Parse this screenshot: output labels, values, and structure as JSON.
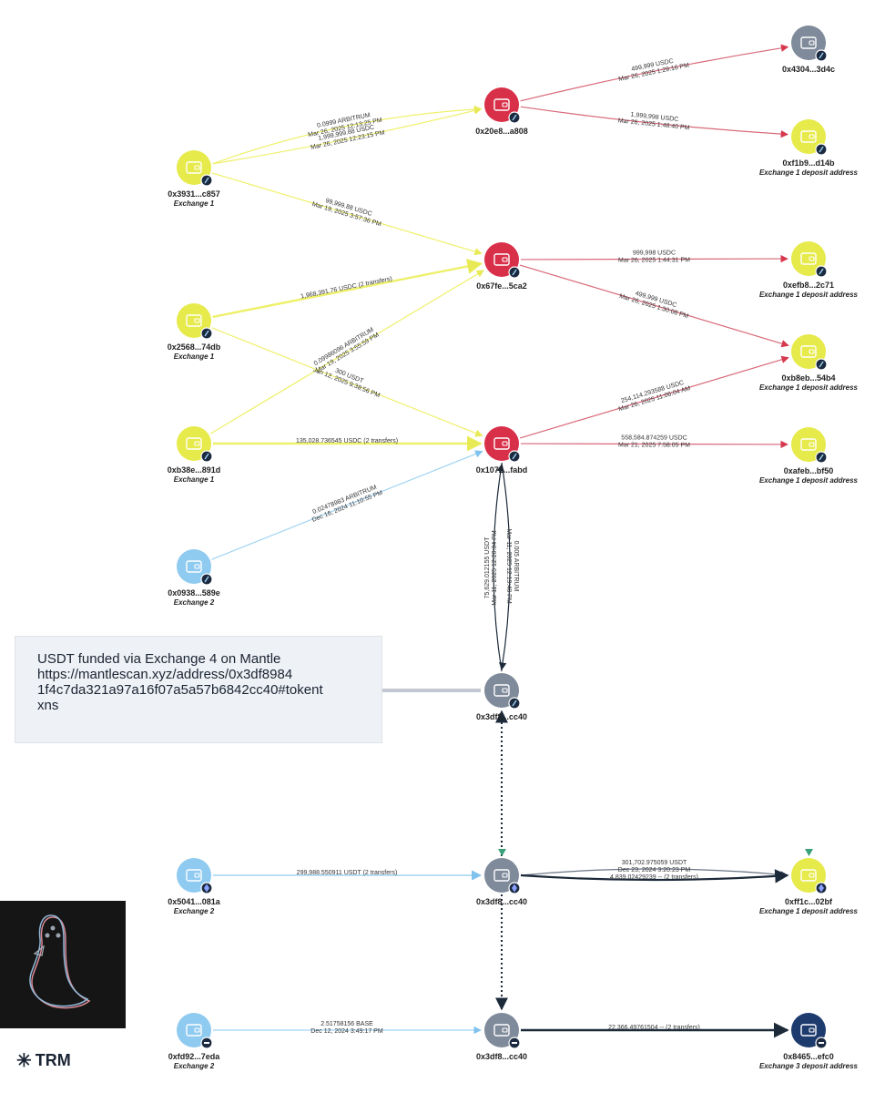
{
  "colors": {
    "yellow": "#e6ea4a",
    "red": "#d9304a",
    "gray": "#7f8a9a",
    "blue": "#8fcaf0",
    "navy": "#1e3b6e",
    "edge_yellow": "#eef06a",
    "edge_red": "#d86878",
    "edge_blue": "#9fd3f2",
    "edge_dark": "#1c2a3a"
  },
  "note": {
    "lines": [
      "USDT funded via Exchange 4 on Mantle",
      "https://mantlescan.xyz/address/0x3df8984",
      "1f4c7da321a97a16f07a5a57b6842cc40#tokent",
      "xns"
    ]
  },
  "brand": {
    "name": "TRM",
    "icon": "trm-logo-icon"
  },
  "nodes": [
    {
      "id": "n_4304",
      "address": "0x4304...3d4c",
      "label": "",
      "color": "gray",
      "badge": "arbitrum-icon"
    },
    {
      "id": "n_20e8",
      "address": "0x20e8...a808",
      "label": "",
      "color": "red",
      "badge": "arbitrum-icon"
    },
    {
      "id": "n_f1b9",
      "address": "0xf1b9...d14b",
      "label": "Exchange 1 deposit address",
      "color": "yellow",
      "badge": "arbitrum-icon"
    },
    {
      "id": "n_3931",
      "address": "0x3931...c857",
      "label": "Exchange 1",
      "color": "yellow",
      "badge": "arbitrum-icon"
    },
    {
      "id": "n_67fe",
      "address": "0x67fe...5ca2",
      "label": "",
      "color": "red",
      "badge": "arbitrum-icon"
    },
    {
      "id": "n_efb8",
      "address": "0xefb8...2c71",
      "label": "Exchange 1 deposit address",
      "color": "yellow",
      "badge": "arbitrum-icon"
    },
    {
      "id": "n_2568",
      "address": "0x2568...74db",
      "label": "Exchange 1",
      "color": "yellow",
      "badge": "arbitrum-icon"
    },
    {
      "id": "n_b8eb",
      "address": "0xb8eb...54b4",
      "label": "Exchange 1 deposit address",
      "color": "yellow",
      "badge": "arbitrum-icon"
    },
    {
      "id": "n_b38e",
      "address": "0xb38e...891d",
      "label": "Exchange 1",
      "color": "yellow",
      "badge": "arbitrum-icon"
    },
    {
      "id": "n_1072",
      "address": "0x1072...fabd",
      "label": "",
      "color": "red",
      "badge": "arbitrum-icon"
    },
    {
      "id": "n_afeb",
      "address": "0xafeb...bf50",
      "label": "Exchange 1 deposit address",
      "color": "yellow",
      "badge": "arbitrum-icon"
    },
    {
      "id": "n_0938",
      "address": "0x0938...589e",
      "label": "Exchange 2",
      "color": "blue",
      "badge": "arbitrum-icon"
    },
    {
      "id": "n_3df8a",
      "address": "0x3df8...cc40",
      "label": "",
      "color": "gray",
      "badge": "arbitrum-icon"
    },
    {
      "id": "n_5041",
      "address": "0x5041...081a",
      "label": "Exchange 2",
      "color": "blue",
      "badge": "ethereum-icon"
    },
    {
      "id": "n_3df8b",
      "address": "0x3df8...cc40",
      "label": "",
      "color": "gray",
      "badge": "ethereum-icon"
    },
    {
      "id": "n_ff1c",
      "address": "0xff1c...02bf",
      "label": "Exchange 1 deposit address",
      "color": "yellow",
      "badge": "ethereum-icon"
    },
    {
      "id": "n_fd92",
      "address": "0xfd92...7eda",
      "label": "Exchange 2",
      "color": "blue",
      "badge": "base-icon"
    },
    {
      "id": "n_3df8c",
      "address": "0x3df8...cc40",
      "label": "",
      "color": "gray",
      "badge": "base-icon"
    },
    {
      "id": "n_8465",
      "address": "0x8465...efc0",
      "label": "Exchange 3 deposit address",
      "color": "navy",
      "badge": "base-icon"
    }
  ],
  "edges": [
    {
      "from": "n_20e8",
      "to": "n_4304",
      "color": "edge_red",
      "lines": [
        "499,999 USDC",
        "Mar 26, 2025 1:29:16 PM"
      ]
    },
    {
      "from": "n_20e8",
      "to": "n_f1b9",
      "color": "edge_red",
      "lines": [
        "1,999,998 USDC",
        "Mar 26, 2025 1:48:40 PM"
      ]
    },
    {
      "from": "n_3931",
      "to": "n_20e8",
      "color": "edge_yellow",
      "lines": [
        "0.0999 ARBITRUM",
        "Mar 26, 2025 12:13:25 PM"
      ]
    },
    {
      "from": "n_3931",
      "to": "n_20e8",
      "color": "edge_yellow",
      "lines": [
        "1,999,999.88 USDC",
        "Mar 26, 2025 12:23:15 PM"
      ]
    },
    {
      "from": "n_3931",
      "to": "n_67fe",
      "color": "edge_yellow",
      "lines": [
        "99,999.88 USDC",
        "Mar 19, 2025 3:57:36 PM"
      ]
    },
    {
      "from": "n_2568",
      "to": "n_67fe",
      "color": "edge_yellow",
      "lines": [
        "1,968,391.76 USDC (2 transfers)"
      ]
    },
    {
      "from": "n_67fe",
      "to": "n_efb8",
      "color": "edge_red",
      "lines": [
        "999,998 USDC",
        "Mar 26, 2025 1:44:31 PM"
      ]
    },
    {
      "from": "n_67fe",
      "to": "n_b8eb",
      "color": "edge_red",
      "lines": [
        "499,999 USDC",
        "Mar 26, 2025 1:30:08 PM"
      ]
    },
    {
      "from": "n_b38e",
      "to": "n_67fe",
      "color": "edge_yellow",
      "lines": [
        "0.09986096 ARBITRUM",
        "Mar 19, 2025 3:55:59 PM"
      ]
    },
    {
      "from": "n_2568",
      "to": "n_1072",
      "color": "edge_yellow",
      "lines": [
        "300 USDT",
        "Jan 12, 2025 9:38:56 PM"
      ]
    },
    {
      "from": "n_b38e",
      "to": "n_1072",
      "color": "edge_yellow",
      "lines": [
        "135,028.736545 USDC (2 transfers)"
      ]
    },
    {
      "from": "n_1072",
      "to": "n_b8eb",
      "color": "edge_red",
      "lines": [
        "254,114.293588 USDC",
        "Mar 26, 2025 11:06:04 AM"
      ]
    },
    {
      "from": "n_1072",
      "to": "n_afeb",
      "color": "edge_red",
      "lines": [
        "558,584.874259 USDC",
        "Mar 21, 2025 7:58:05 PM"
      ]
    },
    {
      "from": "n_0938",
      "to": "n_1072",
      "color": "edge_blue",
      "lines": [
        "0.02478983 ARBITRUM",
        "Dec 16, 2024 11:10:55 PM"
      ]
    },
    {
      "from": "n_3df8a",
      "to": "n_1072",
      "color": "edge_dark",
      "lines": [
        "75,629.012155 USDT",
        "Mar 11, 2025 12:20:04 PM"
      ]
    },
    {
      "from": "n_1072",
      "to": "n_3df8a",
      "color": "edge_dark",
      "lines": [
        "0.005 ARBITRUM",
        "Mar 11, 2025 12:19:40 PM"
      ]
    },
    {
      "from": "n_5041",
      "to": "n_3df8b",
      "color": "edge_blue",
      "lines": [
        "299,988.550911 USDT (2 transfers)"
      ]
    },
    {
      "from": "n_3df8b",
      "to": "n_ff1c",
      "color": "gray",
      "lines": [
        "301,702.975059 USDT",
        "Dec 23, 2024 3:20:23 PM"
      ]
    },
    {
      "from": "n_3df8b",
      "to": "n_ff1c",
      "color": "edge_dark",
      "lines": [
        "4,839.02429239 -- (2 transfers)"
      ]
    },
    {
      "from": "n_fd92",
      "to": "n_3df8c",
      "color": "edge_blue",
      "lines": [
        "2.51758156 BASE",
        "Dec 12, 2024 3:49:17 PM"
      ]
    },
    {
      "from": "n_3df8c",
      "to": "n_8465",
      "color": "edge_dark",
      "lines": [
        "22,366.49761504 -- (2 transfers)"
      ]
    },
    {
      "from": "n_3df8b",
      "to": "n_3df8a",
      "color": "edge_dark",
      "lines": [],
      "style": "dotted"
    },
    {
      "from": "n_3df8b",
      "to": "n_3df8c",
      "color": "edge_dark",
      "lines": [],
      "style": "dotted"
    }
  ]
}
